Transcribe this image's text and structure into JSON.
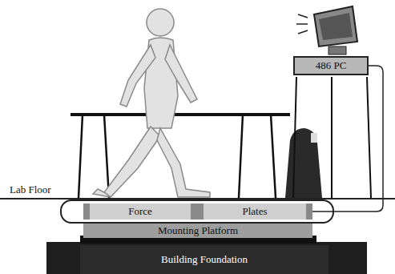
{
  "diagram": {
    "nodes": [
      {
        "text": [
          "486 PC"
        ]
      },
      {
        "text": [
          "Force"
        ]
      },
      {
        "text": [
          "Plates"
        ]
      },
      {
        "text": [
          "Mounting Platform"
        ]
      },
      {
        "text": [
          "Building Foundation"
        ]
      }
    ],
    "edges": [
      {
        "from": 0,
        "to": 2,
        "arrow": "none"
      }
    ],
    "labels": [
      "Lab Floor"
    ]
  }
}
